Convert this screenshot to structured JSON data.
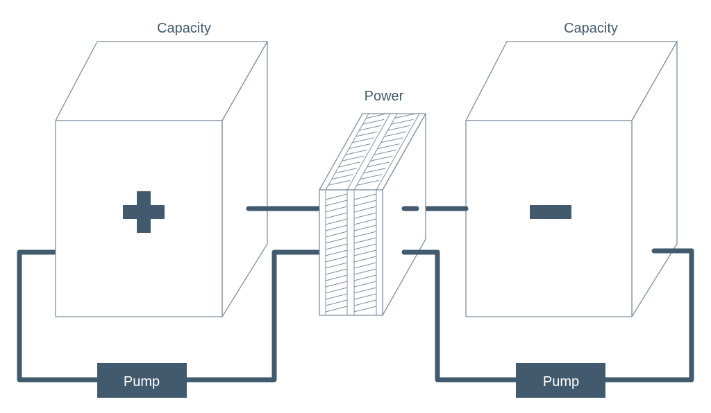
{
  "diagram": {
    "title": "Flow battery schematic",
    "left_tank": {
      "label": "Capacity",
      "sign": "plus-sign"
    },
    "right_tank": {
      "label": "Capacity",
      "sign": "minus-sign"
    },
    "stack": {
      "label": "Power"
    },
    "pumps": [
      {
        "label": "Pump"
      },
      {
        "label": "Pump"
      }
    ],
    "colors": {
      "pipe": "#415a6e",
      "outline": "#7d8fa0",
      "text": "#415a6e",
      "pump_text": "#ffffff"
    }
  }
}
